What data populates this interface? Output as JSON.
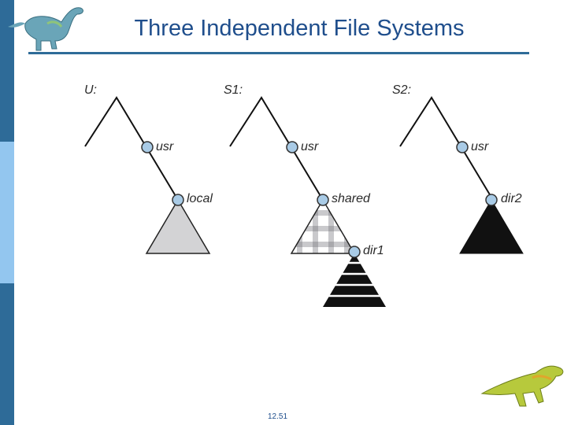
{
  "slide": {
    "title": "Three Independent File Systems",
    "number": "12.51"
  },
  "diagram": {
    "systems": [
      {
        "root": "U:",
        "usr": "usr",
        "child": "local"
      },
      {
        "root": "S1:",
        "usr": "usr",
        "child": "shared",
        "grandchild": "dir1"
      },
      {
        "root": "S2:",
        "usr": "usr",
        "child": "dir2"
      }
    ]
  },
  "colors": {
    "title": "#1f4e8c",
    "rule": "#2e6b98",
    "node": "#a9cbe6",
    "light_tree": "#d3d3d5",
    "dark_tree": "#111111"
  }
}
